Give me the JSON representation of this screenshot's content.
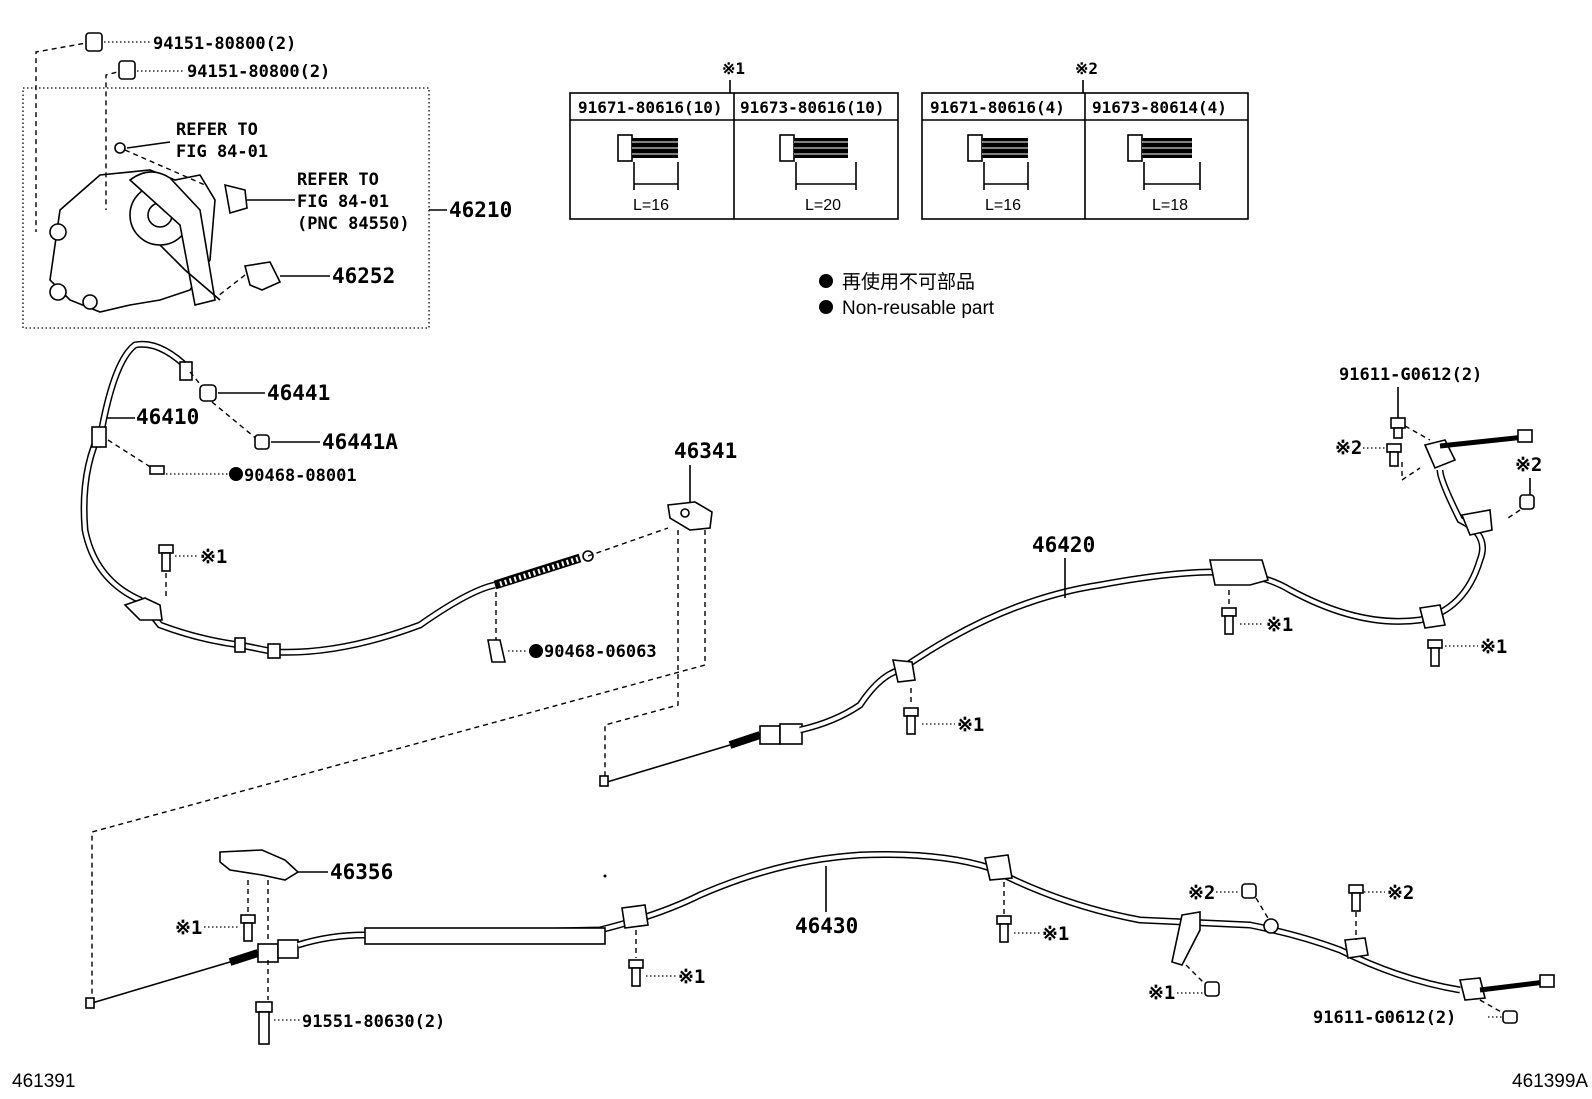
{
  "diagram_id_left": "461391",
  "diagram_id_right": "461399A",
  "legend": {
    "jp": "再使用不可部品",
    "en": "Non-reusable part"
  },
  "bolt_tables": [
    {
      "mark": "※1",
      "columns": [
        {
          "part_no": "91671-80616(10)",
          "length": "L=16"
        },
        {
          "part_no": "91673-80616(10)",
          "length": "L=20"
        }
      ]
    },
    {
      "mark": "※2",
      "columns": [
        {
          "part_no": "91671-80616(4)",
          "length": "L=16"
        },
        {
          "part_no": "91673-80614(4)",
          "length": "L=18"
        }
      ]
    }
  ],
  "labels": {
    "nut_a": "94151-80800(2)",
    "nut_b": "94151-80800(2)",
    "refer_1_l1": "REFER TO",
    "refer_1_l2": "FIG 84-01",
    "refer_2_l1": "REFER TO",
    "refer_2_l2": "FIG 84-01",
    "refer_2_l3": "(PNC 84550)",
    "p46210": "46210",
    "p46252": "46252",
    "p46441": "46441",
    "p46441a": "46441A",
    "p46410": "46410",
    "p90468_08001": "90468-08001",
    "p46341": "46341",
    "p90468_06063": "90468-06063",
    "p46420": "46420",
    "p91611_top": "91611-G0612(2)",
    "p46356": "46356",
    "p46430": "46430",
    "p91551": "91551-80630(2)",
    "p91611_bottom": "91611-G0612(2)",
    "mark1": "※1",
    "mark2": "※2"
  }
}
